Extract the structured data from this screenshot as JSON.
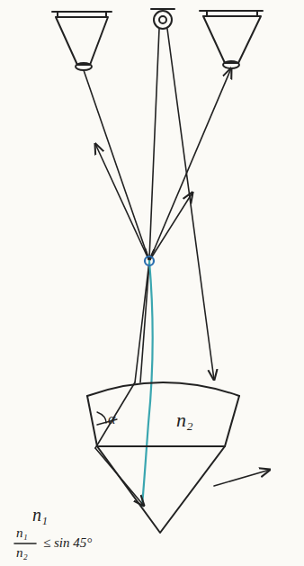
{
  "diagram": {
    "labels": [
      "n₂",
      "α",
      "n₁",
      "n₁",
      "n₂",
      "≤ sin 45°"
    ]
  }
}
